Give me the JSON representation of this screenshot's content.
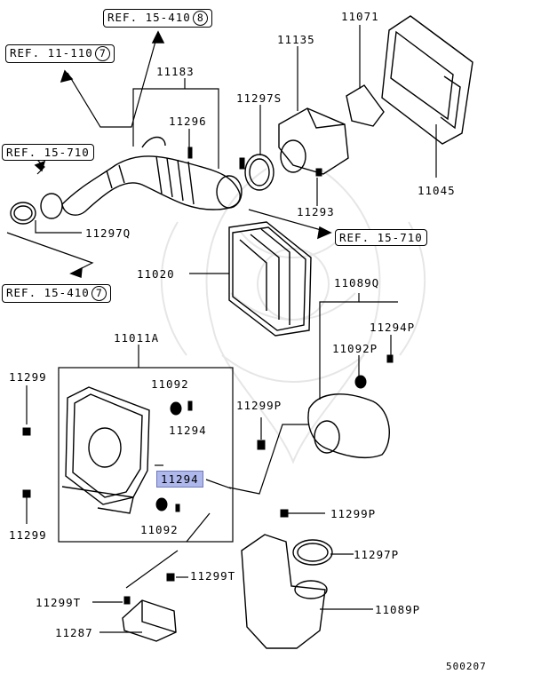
{
  "diagram_id": "500207",
  "refs": {
    "r1": {
      "text": "REF. 15-410",
      "circle": "8"
    },
    "r2": {
      "text": "REF. 11-110",
      "circle": "7"
    },
    "r3": {
      "text": "REF. 15-710"
    },
    "r4": {
      "text": "REF. 15-710"
    },
    "r5": {
      "text": "REF. 15-410",
      "circle": "7"
    }
  },
  "parts": {
    "p11071": "11071",
    "p11135": "11135",
    "p11183": "11183",
    "p11296": "11296",
    "p11297S": "11297S",
    "p11045": "11045",
    "p11293": "11293",
    "p11297Q": "11297Q",
    "p11020": "11020",
    "p11089Q": "11089Q",
    "p11294P": "11294P",
    "p11092P": "11092P",
    "p11011A": "11011A",
    "p11299a": "11299",
    "p11092a": "11092",
    "p11294a": "11294",
    "p11294b": "11294",
    "p11092b": "11092",
    "p11299b": "11299",
    "p11299P_a": "11299P",
    "p11299P_b": "11299P",
    "p11297P": "11297P",
    "p11299T_a": "11299T",
    "p11299T_b": "11299T",
    "p11089P": "11089P",
    "p11287": "11287"
  },
  "colors": {
    "highlight": "#aeb8ec",
    "line": "#000000",
    "watermark": "#e6e6e6"
  }
}
